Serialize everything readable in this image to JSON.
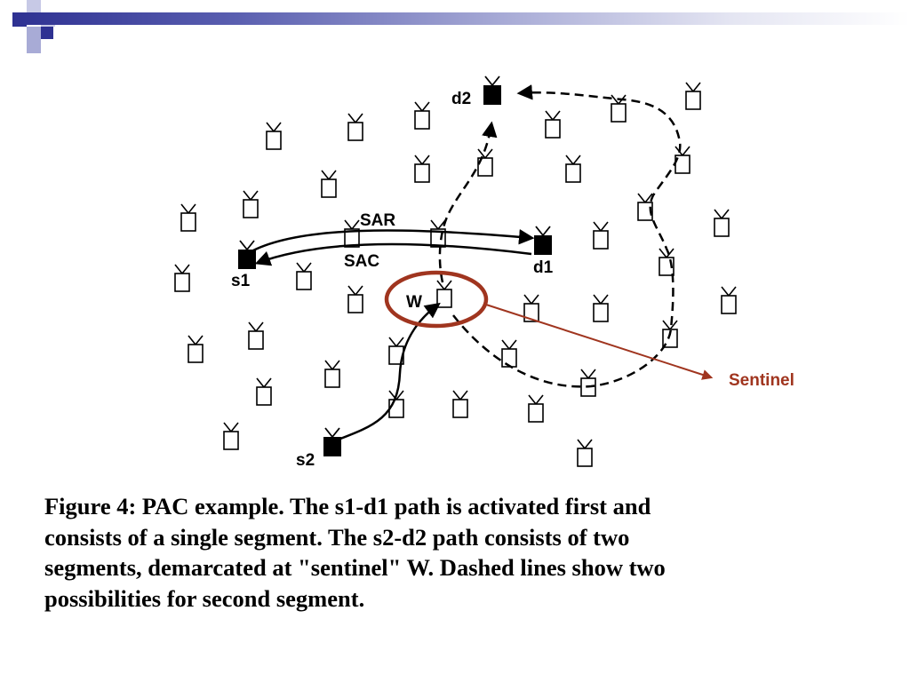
{
  "diagram": {
    "labels": {
      "s1": "s1",
      "s2": "s2",
      "d1": "d1",
      "d2": "d2",
      "sar": "SAR",
      "sac": "SAC",
      "w": "W",
      "sentinel": "Sentinel"
    },
    "colors": {
      "sentinel": "#a0351f",
      "ellipse": "#a0351f",
      "header": "#2e3192",
      "ornament_dark": "#2e3192",
      "ornament_light": "#a8abd6"
    }
  },
  "caption": {
    "lines": [
      "Figure 4: PAC example. The s1-d1 path is activated first and",
      "consists of a single segment. The s2-d2 path consists of two",
      "segments, demarcated at \"sentinel\" W. Dashed lines show two",
      "possibilities for second segment."
    ]
  }
}
